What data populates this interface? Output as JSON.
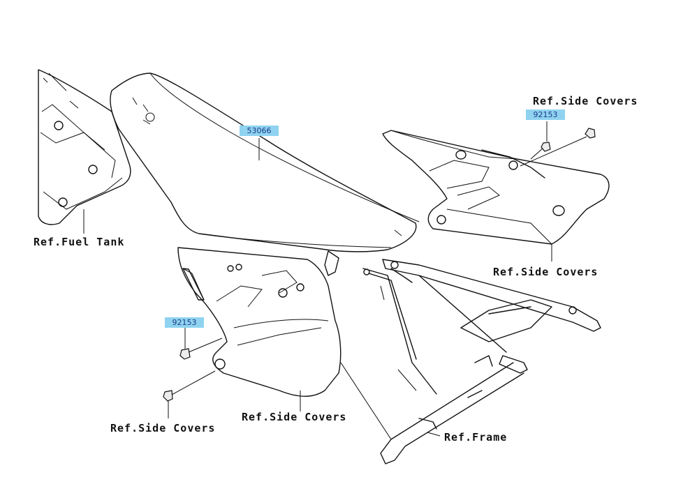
{
  "parts": [
    {
      "number": "53066"
    },
    {
      "number": "92153"
    },
    {
      "number": "92153"
    }
  ],
  "references": {
    "fuel_tank": "Ref.Fuel Tank",
    "side_covers_top": "Ref.Side Covers",
    "side_covers_right": "Ref.Side Covers",
    "side_covers_center": "Ref.Side Covers",
    "side_covers_bottom_left": "Ref.Side Covers",
    "frame": "Ref.Frame"
  },
  "colors": {
    "part_number_bg": "#8fd3f0",
    "part_number_text": "#1a3a8a"
  }
}
